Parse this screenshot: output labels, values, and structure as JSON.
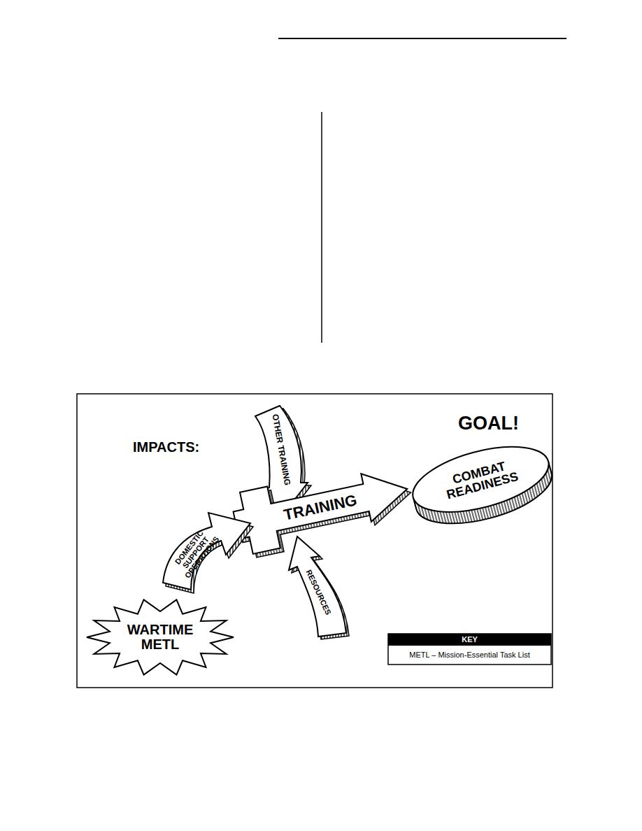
{
  "diagram": {
    "nodes": [
      {
        "text": [
          "OTHER TRAINING"
        ]
      },
      {
        "text": [
          "TRAINING"
        ]
      },
      {
        "text": [
          "COMBAT READINESS"
        ]
      },
      {
        "text": [
          "DOMESTIC SUPPORT OPERATIONS"
        ]
      },
      {
        "text": [
          "RESOURCES"
        ]
      },
      {
        "text": [
          "WARTIME METL"
        ]
      },
      {
        "text": [
          "KEY",
          "METL – Mission-Essential Task List"
        ]
      }
    ],
    "labels": [
      "IMPACTS:",
      "GOAL!"
    ]
  }
}
